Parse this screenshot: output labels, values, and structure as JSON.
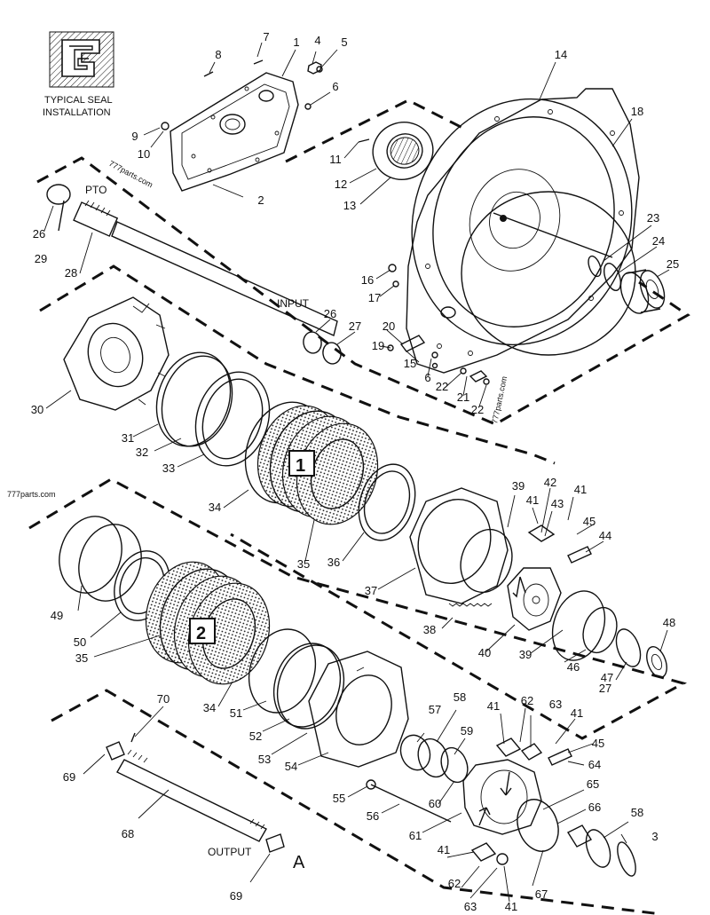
{
  "seal_caption": [
    "TYPICAL SEAL",
    "INSTALLATION"
  ],
  "labels": {
    "pto": "PTO",
    "input": "INPUT",
    "output": "OUTPUT",
    "view": "A",
    "group_1": "1",
    "group_2": "2"
  },
  "watermarks": [
    "777parts.com",
    "777parts.com",
    "777parts.com"
  ],
  "callouts": [
    "1",
    "2",
    "3",
    "4",
    "5",
    "6",
    "6",
    "7",
    "8",
    "9",
    "10",
    "11",
    "12",
    "13",
    "14",
    "15",
    "16",
    "17",
    "18",
    "19",
    "20",
    "21",
    "22",
    "22",
    "23",
    "24",
    "25",
    "26",
    "26",
    "27",
    "27",
    "28",
    "29",
    "30",
    "31",
    "32",
    "33",
    "34",
    "34",
    "35",
    "35",
    "36",
    "37",
    "38",
    "39",
    "39",
    "40",
    "41",
    "41",
    "41",
    "41",
    "41",
    "41",
    "42",
    "43",
    "44",
    "45",
    "45",
    "46",
    "47",
    "48",
    "49",
    "50",
    "51",
    "52",
    "53",
    "54",
    "55",
    "56",
    "57",
    "58",
    "58",
    "59",
    "60",
    "61",
    "62",
    "62",
    "63",
    "63",
    "64",
    "65",
    "66",
    "67",
    "68",
    "69",
    "69",
    "70"
  ]
}
